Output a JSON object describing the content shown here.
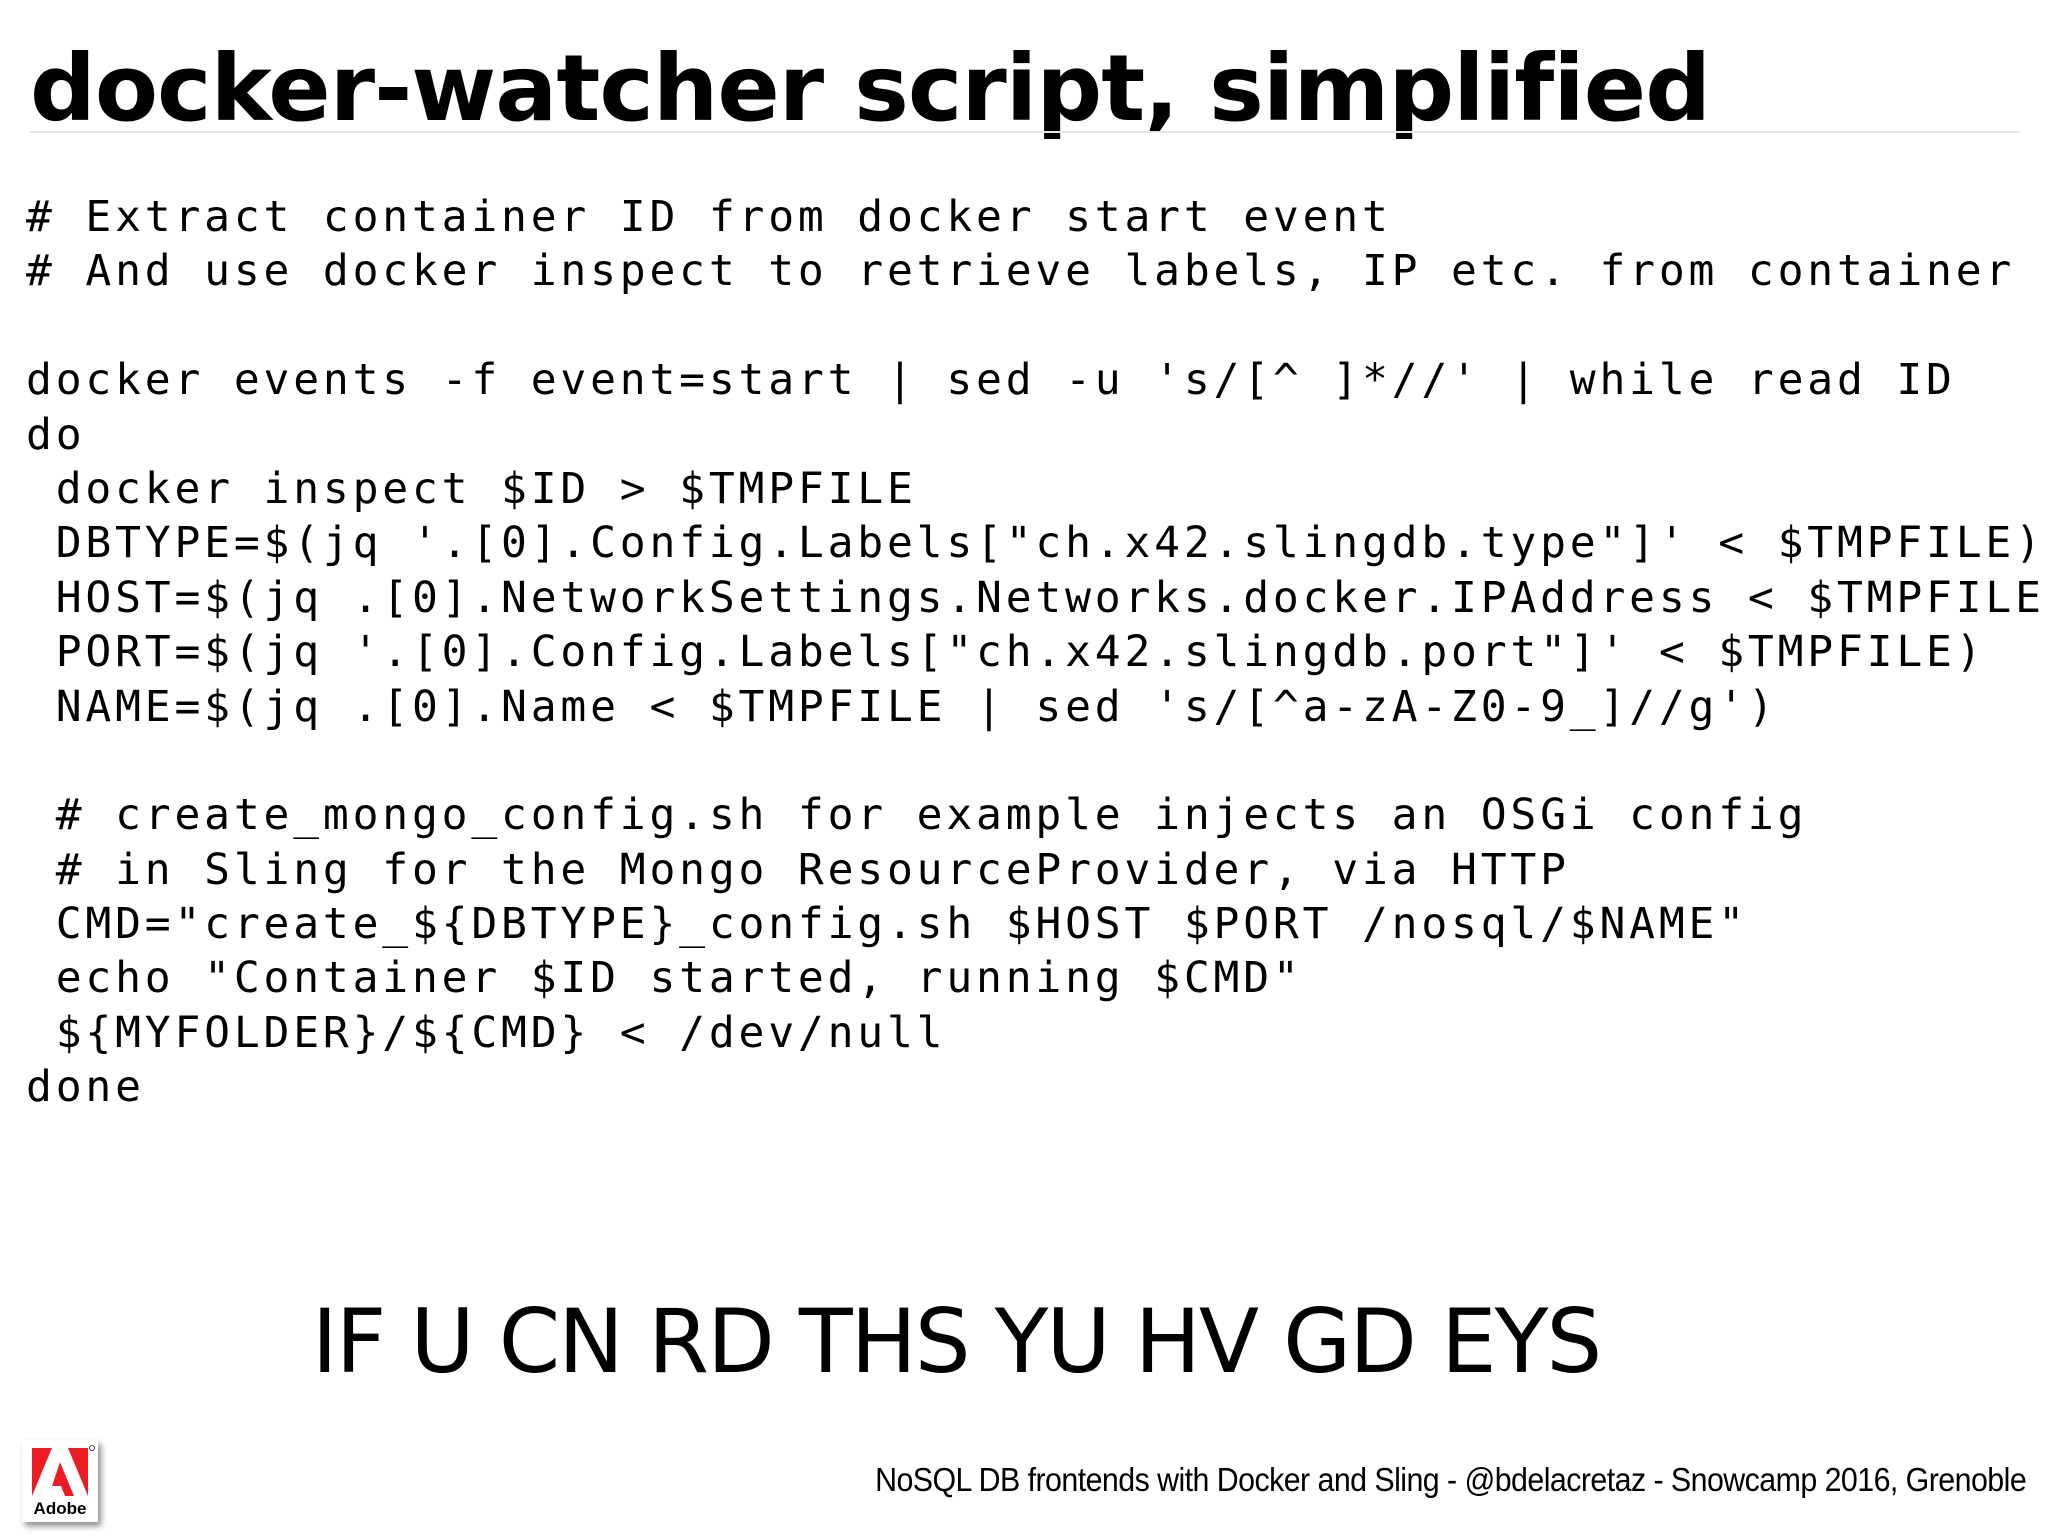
{
  "slide": {
    "title": "docker-watcher script, simplified",
    "code_lines": [
      "# Extract container ID from docker start event",
      "# And use docker inspect to retrieve labels, IP etc. from container",
      "",
      "docker events -f event=start | sed -u 's/[^ ]*//' | while read ID",
      "do",
      " docker inspect $ID > $TMPFILE",
      " DBTYPE=$(jq '.[0].Config.Labels[\"ch.x42.slingdb.type\"]' < $TMPFILE)",
      " HOST=$(jq .[0].NetworkSettings.Networks.docker.IPAddress < $TMPFILE)",
      " PORT=$(jq '.[0].Config.Labels[\"ch.x42.slingdb.port\"]' < $TMPFILE)",
      " NAME=$(jq .[0].Name < $TMPFILE | sed 's/[^a-zA-Z0-9_]//g')",
      "",
      " # create_mongo_config.sh for example injects an OSGi config",
      " # in Sling for the Mongo ResourceProvider, via HTTP",
      " CMD=\"create_${DBTYPE}_config.sh $HOST $PORT /nosql/$NAME\"",
      " echo \"Container $ID started, running $CMD\"",
      " ${MYFOLDER}/${CMD} < /dev/null",
      "done"
    ],
    "tagline": "IF U CN RD THS YU HV GD EYS",
    "footer": "NoSQL DB frontends with Docker and Sling - @bdelacretaz - Snowcamp 2016, Grenoble",
    "logo": {
      "icon": "adobe-logo-icon",
      "label": "Adobe",
      "color": "#ed1c24"
    }
  }
}
